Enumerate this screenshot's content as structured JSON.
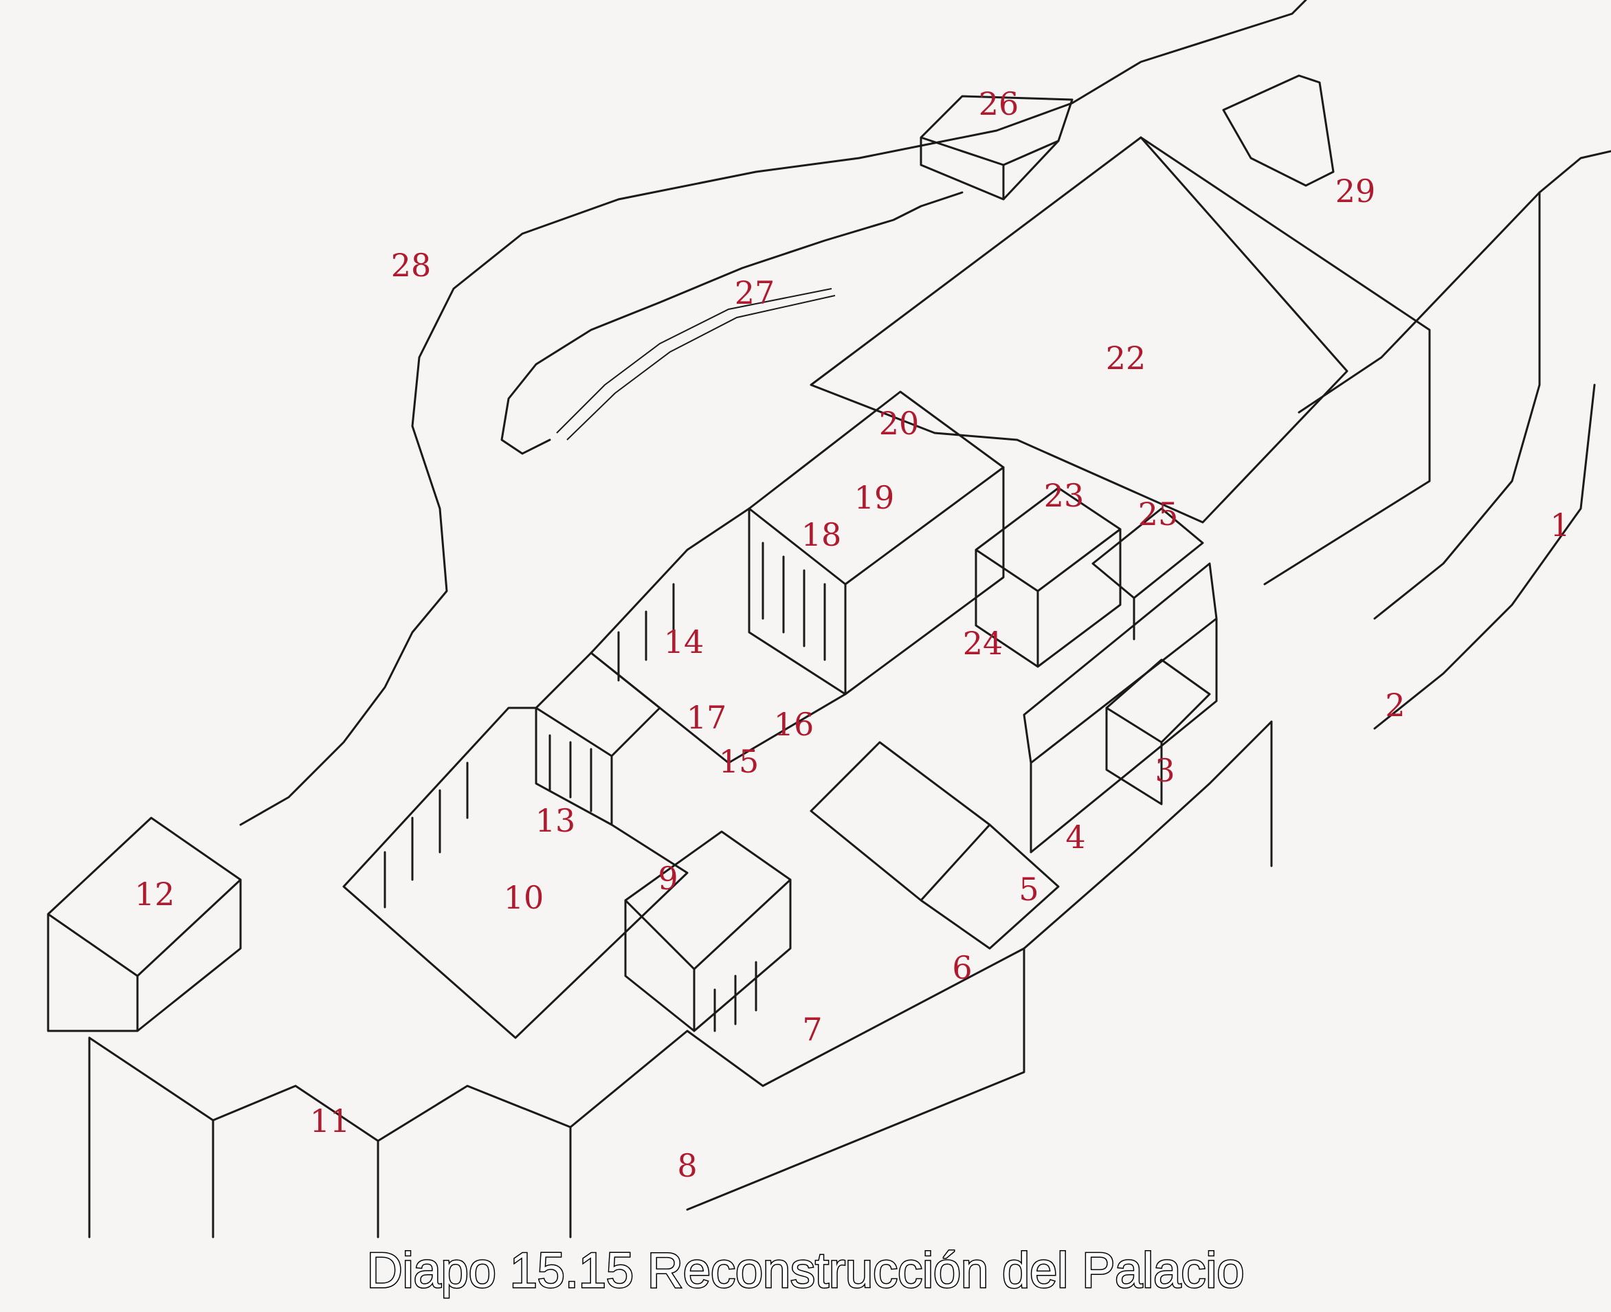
{
  "caption": "Diapo 15.15 Reconstrucción del Palacio",
  "labels": [
    "1",
    "2",
    "3",
    "4",
    "5",
    "6",
    "7",
    "8",
    "9",
    "10",
    "11",
    "12",
    "13",
    "14",
    "15",
    "16",
    "17",
    "18",
    "19",
    "20",
    "22",
    "23",
    "24",
    "25",
    "26",
    "27",
    "28",
    "29"
  ],
  "colors": {
    "label": "#b01a2e",
    "line": "#1a1a1a",
    "background": "#f6f5f3"
  }
}
